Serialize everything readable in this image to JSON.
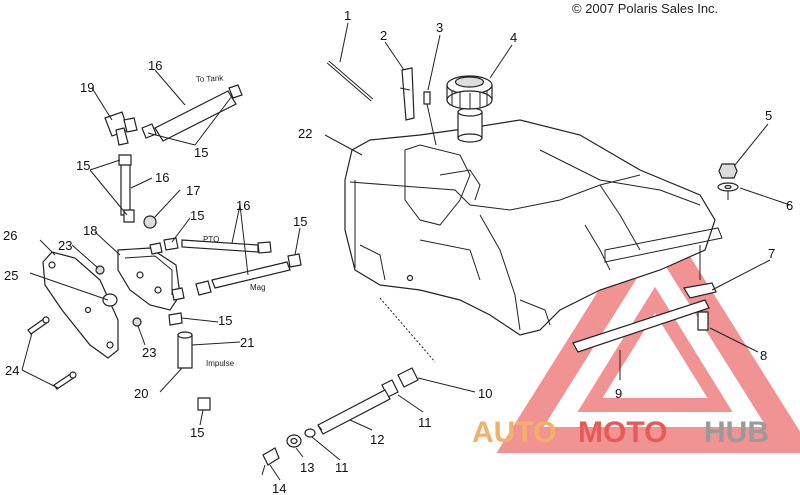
{
  "copyright": "© 2007 Polaris Sales Inc.",
  "callouts": [
    "1",
    "2",
    "3",
    "4",
    "5",
    "6",
    "7",
    "8",
    "9",
    "10",
    "11",
    "11",
    "12",
    "13",
    "14",
    "15",
    "15",
    "15",
    "15",
    "15",
    "15",
    "16",
    "16",
    "16",
    "17",
    "18",
    "19",
    "20",
    "21",
    "22",
    "23",
    "23",
    "24",
    "25",
    "26"
  ],
  "part_labels": {
    "to_tank": "To Tank",
    "pto": "PTO",
    "mag": "Mag",
    "impulse": "Impulse"
  },
  "watermark": {
    "part1": "AUTO",
    "part2": "MOTO",
    "part3": "HUB",
    "colors": {
      "auto": "#f4b06a",
      "moto": "#e85a5a",
      "hub": "#9a9a9a",
      "triangle": "#f08080"
    }
  }
}
